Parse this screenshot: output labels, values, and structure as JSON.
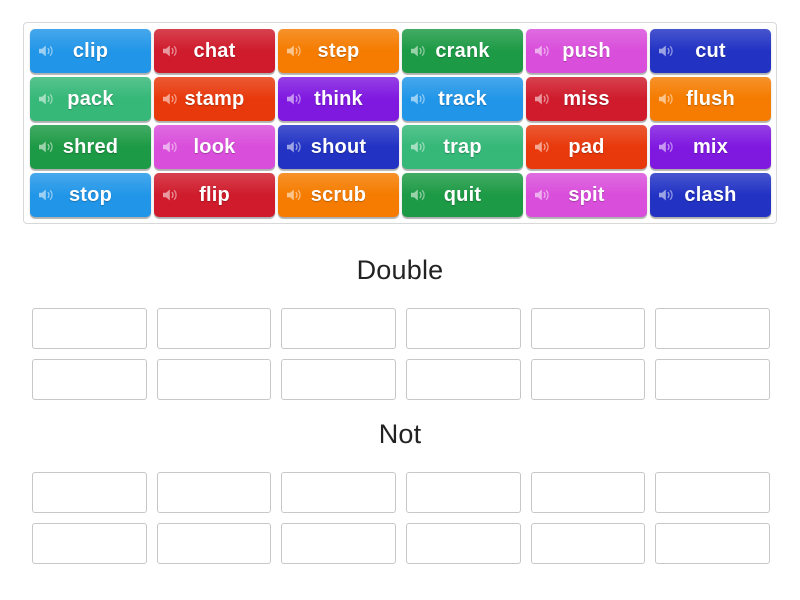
{
  "word_bank": {
    "name": "word-bank",
    "tiles": [
      {
        "label": "clip",
        "color": "#2196e8",
        "icon": "speaker-icon"
      },
      {
        "label": "chat",
        "color": "#cf1b2b",
        "icon": "speaker-icon"
      },
      {
        "label": "step",
        "color": "#f57c00",
        "icon": "speaker-icon"
      },
      {
        "label": "crank",
        "color": "#1d9a45",
        "icon": "speaker-icon"
      },
      {
        "label": "push",
        "color": "#d94edb",
        "icon": "speaker-icon"
      },
      {
        "label": "cut",
        "color": "#2233c4",
        "icon": "speaker-icon"
      },
      {
        "label": "pack",
        "color": "#35b878",
        "icon": "speaker-icon"
      },
      {
        "label": "stamp",
        "color": "#e8390c",
        "icon": "speaker-icon"
      },
      {
        "label": "think",
        "color": "#8019e0",
        "icon": "speaker-icon"
      },
      {
        "label": "track",
        "color": "#2196e8",
        "icon": "speaker-icon"
      },
      {
        "label": "miss",
        "color": "#cf1b2b",
        "icon": "speaker-icon"
      },
      {
        "label": "flush",
        "color": "#f57c00",
        "icon": "speaker-icon"
      },
      {
        "label": "shred",
        "color": "#1d9a45",
        "icon": "speaker-icon"
      },
      {
        "label": "look",
        "color": "#d94edb",
        "icon": "speaker-icon"
      },
      {
        "label": "shout",
        "color": "#2233c4",
        "icon": "speaker-icon"
      },
      {
        "label": "trap",
        "color": "#35b878",
        "icon": "speaker-icon"
      },
      {
        "label": "pad",
        "color": "#e8390c",
        "icon": "speaker-icon"
      },
      {
        "label": "mix",
        "color": "#8019e0",
        "icon": "speaker-icon"
      },
      {
        "label": "stop",
        "color": "#2196e8",
        "icon": "speaker-icon"
      },
      {
        "label": "flip",
        "color": "#cf1b2b",
        "icon": "speaker-icon"
      },
      {
        "label": "scrub",
        "color": "#f57c00",
        "icon": "speaker-icon"
      },
      {
        "label": "quit",
        "color": "#1d9a45",
        "icon": "speaker-icon"
      },
      {
        "label": "spit",
        "color": "#d94edb",
        "icon": "speaker-icon"
      },
      {
        "label": "clash",
        "color": "#2233c4",
        "icon": "speaker-icon"
      }
    ]
  },
  "groups": [
    {
      "title": "Double",
      "slot_count": 12,
      "slot_values": [
        "",
        "",
        "",
        "",
        "",
        "",
        "",
        "",
        "",
        "",
        "",
        ""
      ]
    },
    {
      "title": "Not",
      "slot_count": 12,
      "slot_values": [
        "",
        "",
        "",
        "",
        "",
        "",
        "",
        "",
        "",
        "",
        "",
        ""
      ]
    }
  ],
  "colors": {
    "page_background": "#ffffff",
    "bank_border": "#d8d8d8",
    "slot_border": "#c7c7c7",
    "title_text": "#222222",
    "tile_text": "#ffffff"
  }
}
